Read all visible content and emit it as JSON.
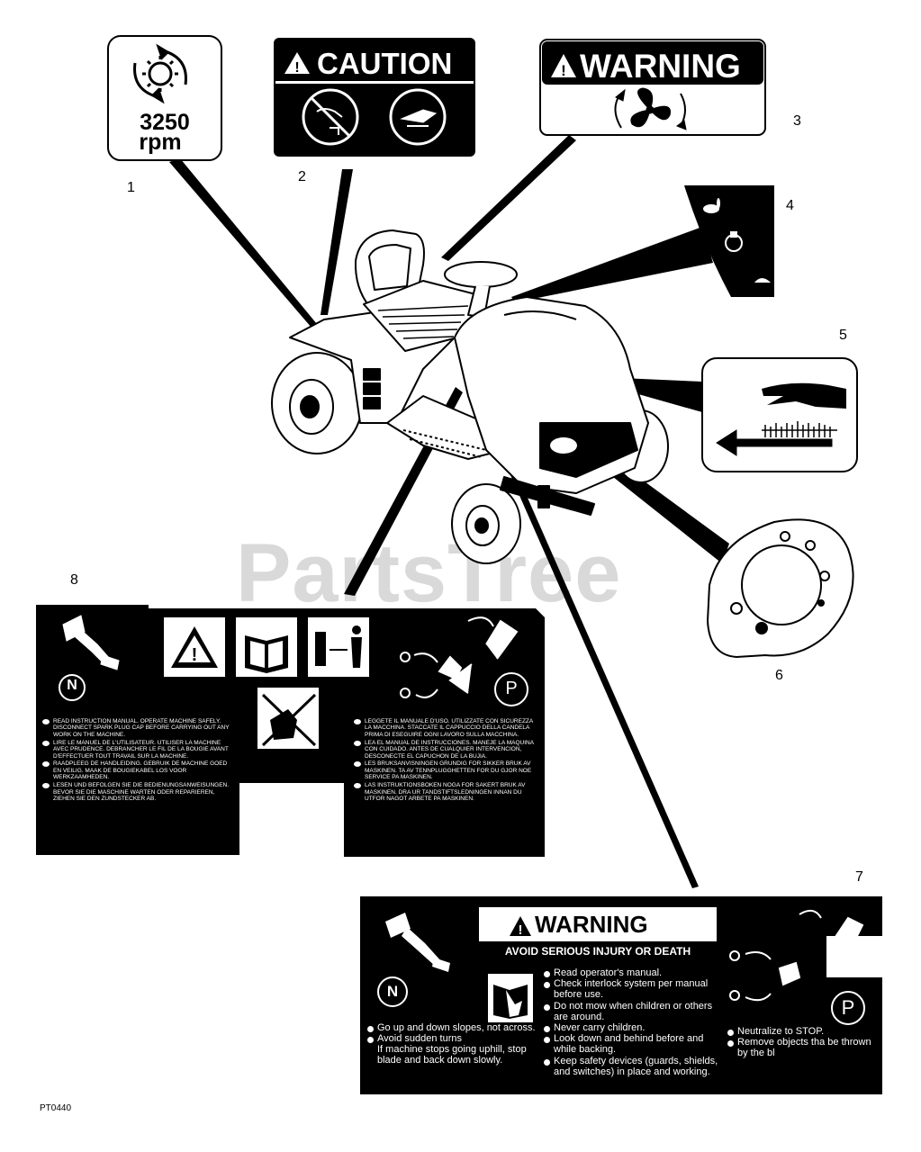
{
  "watermark": "PartsTree",
  "footer_code": "PT0440",
  "callouts": [
    "1",
    "2",
    "3",
    "4",
    "5",
    "6",
    "7",
    "8"
  ],
  "decal1": {
    "value": "3250",
    "unit": "rpm",
    "icon": "engine-speed-icon"
  },
  "decal2": {
    "heading": "CAUTION",
    "icons": [
      "no-hand-icon",
      "no-tools-icon"
    ]
  },
  "decal3": {
    "heading": "WARNING",
    "icon": "fan-blade-icon"
  },
  "decal4": {
    "icons": [
      "rabbit-icon",
      "choke-icon",
      "turtle-icon"
    ]
  },
  "decal5": {
    "icons": [
      "hand-icon",
      "blade-direction-arrow-icon"
    ]
  },
  "decal6": {
    "icons": [
      "ignition-switch-icon"
    ]
  },
  "decal7": {
    "heading": "WARNING",
    "subheading": "AVOID SERIOUS INJURY OR DEATH",
    "neutral": "N",
    "park": "P",
    "left_items": [
      "Go up and  down slopes, not across.",
      "Avoid sudden turns",
      "If machine stops going uphill, stop blade and back down slowly."
    ],
    "middle_items": [
      "Read operator's manual.",
      "Check interlock system per manual before use.",
      "Do not mow when children or others are around.",
      "Never carry children.",
      "Look down and behind before and while backing.",
      "Keep safety devices (guards, shields, and switches) in place and working."
    ],
    "right_items": [
      "Neutralize to STOP.",
      "Remove objects tha be thrown by the bl"
    ]
  },
  "decal8": {
    "neutral": "N",
    "park": "P",
    "left_fine": [
      "READ INSTRUCTION MANUAL. OPERATE MACHINE SAFELY. DISCONNECT SPARK PLUG CAP BEFORE CARRYING OUT ANY WORK ON THE MACHINE.",
      "LIRE LE MANUEL DE L'UTILISATEUR. UTILISER LA MACHINE AVEC PRUDENCE. DEBRANCHER LE FIL DE LA BOUGIE AVANT D'EFFECTUER TOUT TRAVAIL SUR LA MACHINE.",
      "RAADPLEEG DE HANDLEIDING. GEBRUIK DE MACHINE GOED EN VEILIG. MAAK DE BOUGIEKABEL LOS VOOR WERKZAAMHEDEN.",
      "LESEN UND BEFOLGEN SIE DIE BEDIENUNGSANWEISUNGEN. BEVOR SIE DIE MASCHINE WARTEN ODER REPARIEREN, ZIEHEN SIE DEN ZUNDSTECKER AB."
    ],
    "right_fine": [
      "LEGGETE IL MANUALE D'USO. UTILIZZATE CON SICUREZZA LA MACCHINA. STACCATE IL CAPPUCCIO DELLA CANDELA PRIMA DI ESEGUIRE OGNI LAVORO SULLA MACCHINA.",
      "LEA EL MANUAL DE INSTRUCCIONES. MANEJE LA MAQUINA CON CUIDADO. ANTES DE CUALQUIER INTERVENCION, DESCONECTE EL CAPUCHON DE LA BUJIA.",
      "LES BRUKSANVISNINGEN GRUNDIG FOR SIKKER BRUK AV MASKINEN. TA AV TENNPLUGGHETTEN FOR DU GJOR NOE SERVICE PA MASKINEN.",
      "LAS INSTRUKTIONSBOKEN NOGA FOR SAKERT BRUK AV MASKINEN. DRA UR TANDSTIFTSLEDNINGEN INNAN DU UTFOR NAGOT ARBETE PA MASKINEN."
    ],
    "icons": [
      "brake-pedal-icon",
      "warning-triangle-icon",
      "read-manual-icon",
      "keep-distance-icon",
      "no-passengers-icon",
      "parking-brake-icon"
    ]
  }
}
